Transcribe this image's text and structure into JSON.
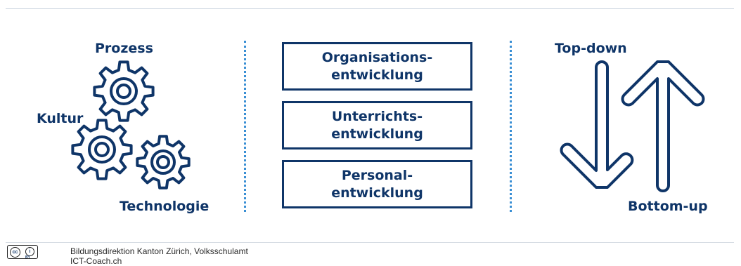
{
  "left": {
    "label_top": "Prozess",
    "label_left": "Kultur",
    "label_bottom": "Technologie"
  },
  "middle": {
    "boxes": [
      {
        "line1": "Organisations-",
        "line2": "entwicklung"
      },
      {
        "line1": "Unterrichts-",
        "line2": "entwicklung"
      },
      {
        "line1": "Personal-",
        "line2": "entwicklung"
      }
    ]
  },
  "right": {
    "label_top": "Top-down",
    "label_bottom": "Bottom-up"
  },
  "footer": {
    "line1": "Bildungsdirektion Kanton Zürich, Volksschulamt",
    "line2": "ICT-Coach.ch",
    "license_cc": "cc",
    "license_by": "BY"
  },
  "colors": {
    "navy": "#0f3568",
    "divider_blue": "#3a8fd4"
  },
  "icons": {
    "gears": "gear-icon",
    "arrows": "arrows-up-down-icon"
  }
}
